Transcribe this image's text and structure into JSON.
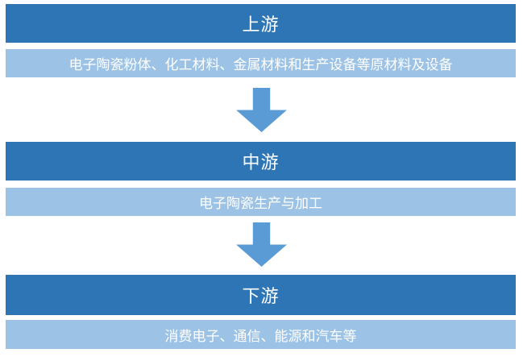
{
  "diagram": {
    "title": "electronic-ceramics-industry-chain",
    "sections": [
      {
        "stage": "上游",
        "detail": "电子陶瓷粉体、化工材料、金属材料和生产设备等原材料及设备"
      },
      {
        "stage": "中游",
        "detail": "电子陶瓷生产与加工"
      },
      {
        "stage": "下游",
        "detail": "消费电子、通信、能源和汽车等"
      }
    ],
    "connectors": [
      {
        "icon": "down-arrow-icon"
      },
      {
        "icon": "down-arrow-icon"
      }
    ],
    "colors": {
      "stage_bar": "#2E75B5",
      "detail_bar": "#9CC2E5",
      "arrow": "#5B9BD5",
      "text": "#FFFFFF",
      "background": "#FFFFFF"
    }
  }
}
